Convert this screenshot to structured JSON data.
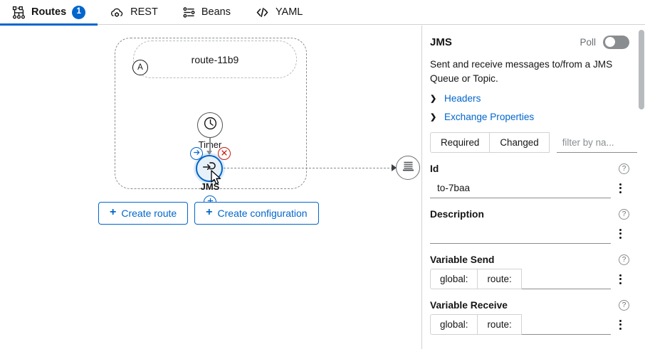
{
  "tabs": [
    {
      "id": "routes",
      "label": "Routes",
      "icon": "routes-topology-icon",
      "badge": "1",
      "active": true
    },
    {
      "id": "rest",
      "label": "REST",
      "icon": "cloud-gear-icon",
      "badge": null,
      "active": false
    },
    {
      "id": "beans",
      "label": "Beans",
      "icon": "sliders-icon",
      "badge": null,
      "active": false
    },
    {
      "id": "yaml",
      "label": "YAML",
      "icon": "code-brackets-icon",
      "badge": null,
      "active": false
    }
  ],
  "canvas": {
    "route_group_badge": "A",
    "route_name": "route-11b9",
    "nodes": [
      {
        "id": "timer",
        "label": "Timer",
        "icon": "clock-icon",
        "selected": false
      },
      {
        "id": "jms",
        "label": "JMS",
        "icon": "arrow-into-queue-icon",
        "selected": true
      }
    ],
    "node_actions": {
      "insert_icon": "arrow-right-circle-icon",
      "delete_icon": "close-circle-icon",
      "add_icon": "plus-circle-icon"
    },
    "endpoint_icon": "queue-stack-icon",
    "buttons": [
      {
        "id": "create-route",
        "label": "Create route"
      },
      {
        "id": "create-configuration",
        "label": "Create configuration"
      }
    ]
  },
  "panel": {
    "title": "JMS",
    "poll_label": "Poll",
    "poll_enabled": false,
    "description": "Sent and receive messages to/from a JMS Queue or Topic.",
    "expandables": [
      {
        "id": "headers",
        "label": "Headers"
      },
      {
        "id": "exchange-properties",
        "label": "Exchange Properties"
      }
    ],
    "filters": {
      "required_label": "Required",
      "changed_label": "Changed",
      "filter_placeholder": "filter by na...",
      "filter_value": ""
    },
    "fields": [
      {
        "id": "id",
        "label": "Id",
        "type": "text",
        "value": "to-7baa",
        "placeholder": "",
        "help": "?"
      },
      {
        "id": "description",
        "label": "Description",
        "type": "text",
        "value": "",
        "placeholder": "",
        "help": "?"
      },
      {
        "id": "variable-send",
        "label": "Variable Send",
        "type": "prefixed-text",
        "prefixes": [
          "global:",
          "route:"
        ],
        "value": "",
        "placeholder": "",
        "help": "?"
      },
      {
        "id": "variable-receive",
        "label": "Variable Receive",
        "type": "prefixed-text",
        "prefixes": [
          "global:",
          "route:"
        ],
        "value": "",
        "placeholder": "",
        "help": "?"
      }
    ]
  },
  "colors": {
    "accent": "#0066cc",
    "danger": "#c9190b",
    "text": "#151515",
    "muted": "#6a6e73",
    "border": "#d2d2d2"
  }
}
